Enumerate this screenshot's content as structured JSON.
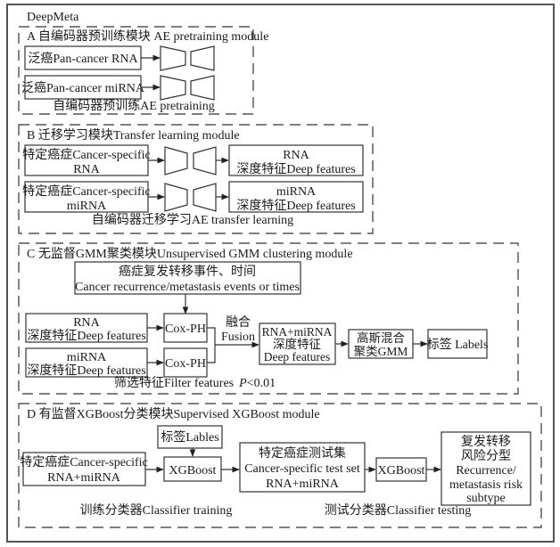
{
  "title": "DeepMeta",
  "modules": {
    "A": {
      "title": "A 自编码器预训练模块  AE pretraining module",
      "inputs": [
        "泛癌Pan-cancer RNA",
        "泛癌Pan-cancer miRNA"
      ],
      "caption": "自编码器预训练AE pretraining"
    },
    "B": {
      "title": "B 迁移学习模块Transfer learning module",
      "inputs": [
        {
          "line1": "特定癌症Cancer-specific",
          "line2": "RNA"
        },
        {
          "line1": "特定癌症Cancer-specific",
          "line2": "miRNA"
        }
      ],
      "outputs": [
        {
          "line1": "RNA",
          "line2": "深度特征Deep features"
        },
        {
          "line1": "miRNA",
          "line2": "深度特征Deep features"
        }
      ],
      "caption": "自编码器迁移学习AE transfer learning"
    },
    "C": {
      "title": "C 无监督GMM聚类模块Unsupervised GMM clustering module",
      "events": {
        "line1": "癌症复发转移事件、时间",
        "line2": "Cancer recurrence/metastasis events or times"
      },
      "inputs": [
        {
          "line1": "RNA",
          "line2": "深度特征Deep features"
        },
        {
          "line1": "miRNA",
          "line2": "深度特征Deep features"
        }
      ],
      "coxph": "Cox-PH",
      "fusion": {
        "line1": "融合",
        "line2": "Fusion"
      },
      "combined": {
        "line1": "RNA+miRNA",
        "line2": "深度特征",
        "line3": "Deep features"
      },
      "gmm": {
        "line1": "高斯混合",
        "line2": "聚类GMM"
      },
      "labels": "标签 Labels",
      "caption_prefix": "筛选特征Filter features",
      "caption_p": "P",
      "caption_suffix": "<0.01"
    },
    "D": {
      "title": "D 有监督XGBoost分类模块Supervised XGBoost module",
      "labels_box": "标签Lables",
      "input": {
        "line1": "特定癌症Cancer-specific",
        "line2": "RNA+miRNA"
      },
      "xgboost": "XGBoost",
      "testset": {
        "line1": "特定癌症测试集",
        "line2": "Cancer-specific test set",
        "line3": "RNA+miRNA"
      },
      "output": {
        "line1": "复发转移",
        "line2": "风险分型",
        "line3": "Recurrence/",
        "line4": "metastasis risk",
        "line5": "subtype"
      },
      "caption_train": "训练分类器Classifier training",
      "caption_test": "测试分类器Classifier testing"
    }
  }
}
